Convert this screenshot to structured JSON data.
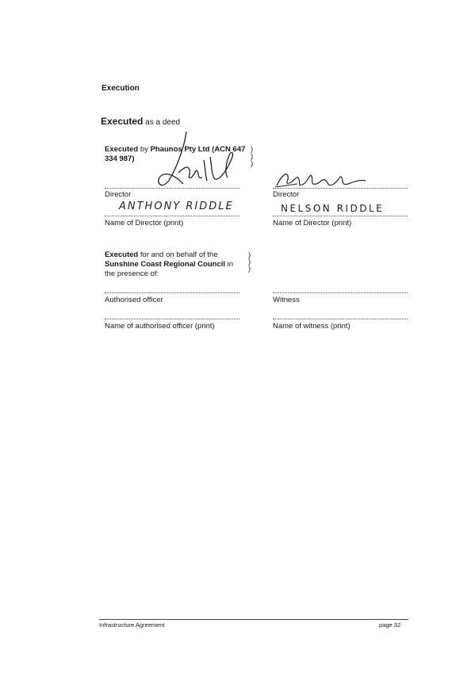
{
  "heading": "Execution",
  "deed": {
    "bold": "Executed",
    "rest": " as a deed"
  },
  "block1": {
    "bold1": "Executed",
    "text1": " by ",
    "bold2": "Phaunos Pty Ltd (ACN 647 334 987)",
    "parens": [
      ")",
      ")",
      ")"
    ]
  },
  "left_sig": {
    "role_label": "Director",
    "print_value": "ANTHONY RIDDLE",
    "print_label": "Name of Director (print)"
  },
  "right_sig": {
    "role_label": "Director",
    "print_value": "NELSON RIDDLE",
    "print_label": "Name of Director (print)"
  },
  "block2": {
    "bold1": "Executed",
    "text1": " for and on behalf of the ",
    "bold2": "Sunshine Coast Regional Council",
    "text2": " in the presence of:",
    "parens": [
      ")",
      ")",
      ")"
    ]
  },
  "council": {
    "officer_label": "Authorised officer",
    "officer_name_label": "Name of authorised officer (print)",
    "witness_label": "Witness",
    "witness_name_label": "Name of witness (print)"
  },
  "footer": {
    "left": "Infrastructure Agreement",
    "right": "page 32"
  }
}
